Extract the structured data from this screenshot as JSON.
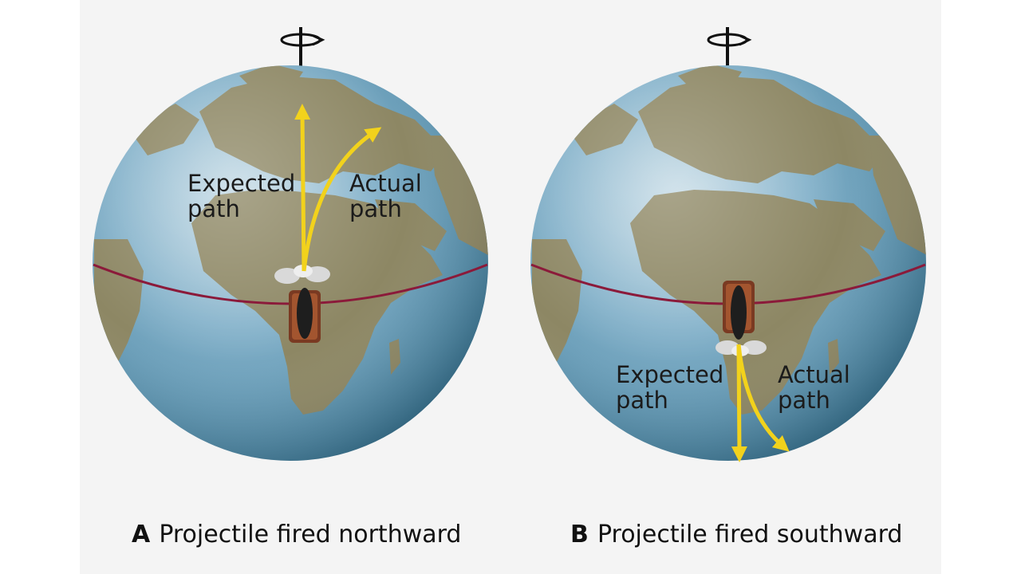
{
  "figure": {
    "panels": [
      {
        "id": "A",
        "letter": "A",
        "caption": "Projectile fired northward",
        "expected_label": [
          "Expected",
          "path"
        ],
        "actual_label": [
          "Actual",
          "path"
        ]
      },
      {
        "id": "B",
        "letter": "B",
        "caption": "Projectile fired southward",
        "expected_label": [
          "Expected",
          "path"
        ],
        "actual_label": [
          "Actual",
          "path"
        ]
      }
    ]
  },
  "colors": {
    "background": "#f4f4f4",
    "ocean": "#6fa3c0",
    "land": "#8d8764",
    "equator": "#8b1a3a",
    "arrow": "#f2d21c",
    "cannon": "#1e1e1e",
    "carriage": "#7a3a22"
  },
  "icons": [
    "rotation-axis-icon",
    "cannon-icon",
    "smoke-icon"
  ]
}
